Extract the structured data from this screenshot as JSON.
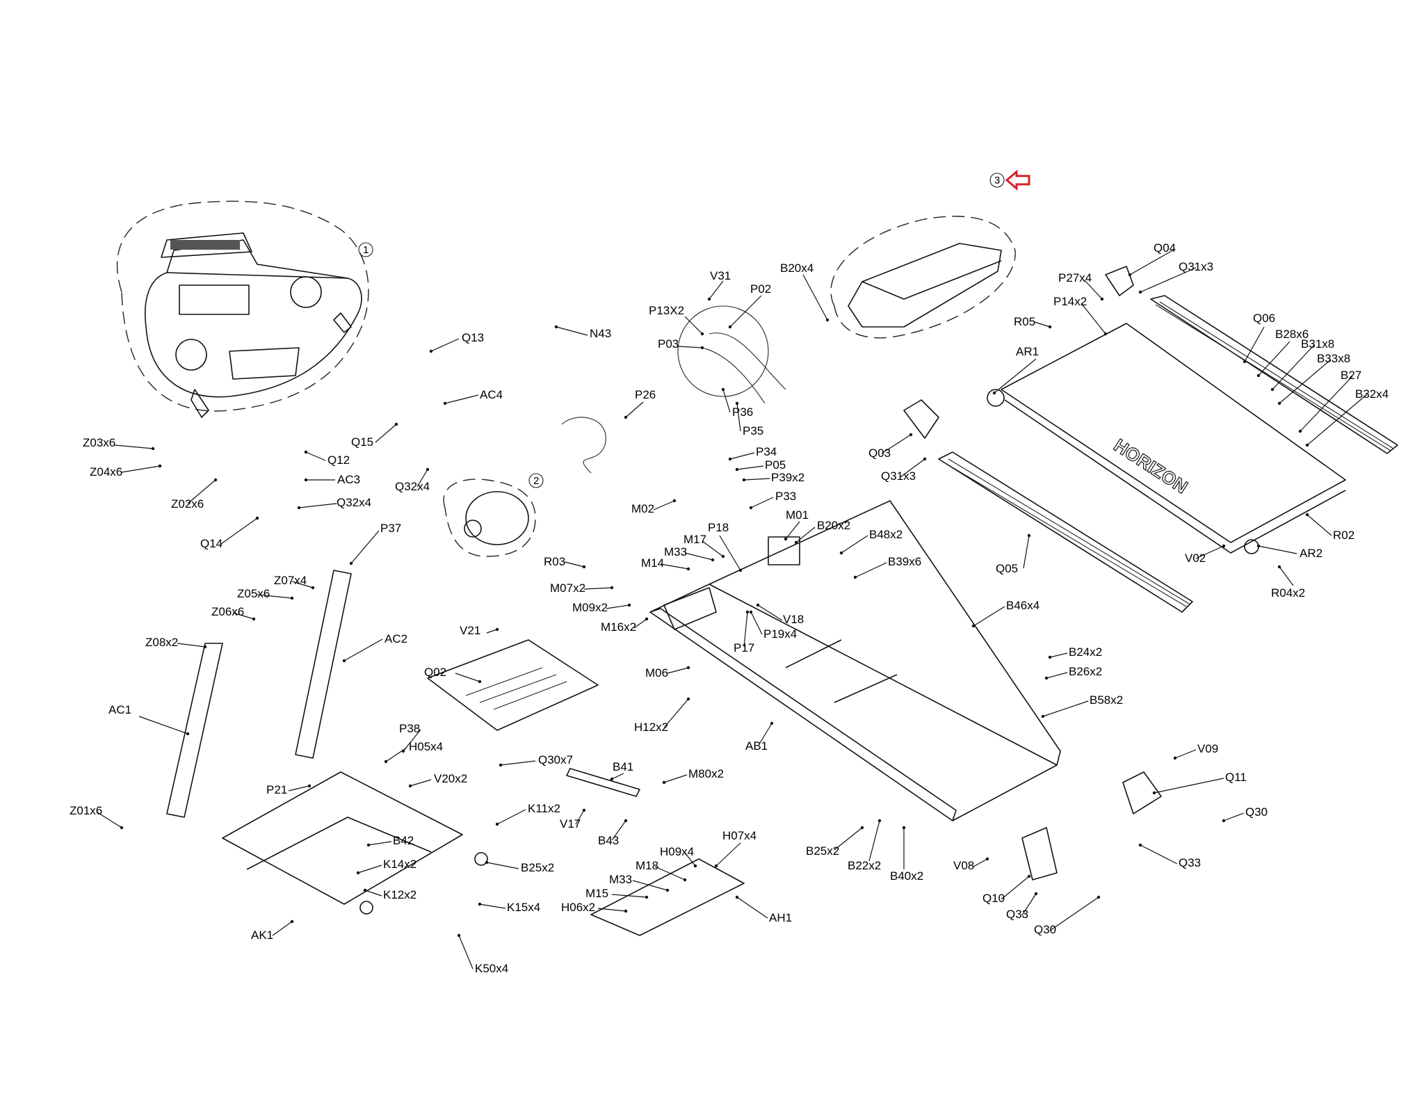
{
  "diagram": {
    "groups": [
      "1",
      "2",
      "3"
    ],
    "highlight_color": "#d4202a",
    "arrow_icon": "highlight-arrow-icon",
    "deck_lettering": "HORIZON",
    "labels": {
      "V31": "V31",
      "P02": "P02",
      "P13X2": "P13X2",
      "P03": "P03",
      "P36": "P36",
      "P35": "P35",
      "N43": "N43",
      "P26": "P26",
      "P34": "P34",
      "P05": "P05",
      "P39x2": "P39x2",
      "P33": "P33",
      "M02": "M02",
      "B20x4": "B20x4",
      "B20x2": "B20x2",
      "B48x2": "B48x2",
      "B39x6": "B39x6",
      "M01": "M01",
      "P18": "P18",
      "M17": "M17",
      "M33a": "M33",
      "M14": "M14",
      "R03": "R03",
      "M07x2": "M07x2",
      "M09x2": "M09x2",
      "M16x2": "M16x2",
      "V18": "V18",
      "P19x4": "P19x4",
      "P17": "P17",
      "M06": "M06",
      "H12x2": "H12x2",
      "AB1": "AB1",
      "B46x4": "B46x4",
      "B24x2": "B24x2",
      "B26x2": "B26x2",
      "B58x2": "B58x2",
      "V09": "V09",
      "Q11": "Q11",
      "Q30a": "Q30",
      "Q33a": "Q33",
      "Q10": "Q10",
      "Q33b": "Q33",
      "Q30b": "Q30",
      "V08": "V08",
      "B40x2": "B40x2",
      "B22x2": "B22x2",
      "B25x2a": "B25x2",
      "Q04": "Q04",
      "Q31x3a": "Q31x3",
      "P27x4": "P27x4",
      "P14x2": "P14x2",
      "R05": "R05",
      "Q06": "Q06",
      "B28x6": "B28x6",
      "B31x8": "B31x8",
      "B33x8": "B33x8",
      "B27": "B27",
      "B32x4": "B32x4",
      "AR1": "AR1",
      "Q03": "Q03",
      "Q31x3b": "Q31x3",
      "Q05": "Q05",
      "V02": "V02",
      "AR2": "AR2",
      "R02": "R02",
      "R04x2": "R04x2",
      "Q13": "Q13",
      "AC4": "AC4",
      "Q15": "Q15",
      "Q32x4a": "Q32x4",
      "Q12": "Q12",
      "AC3": "AC3",
      "Q32x4b": "Q32x4",
      "Q14": "Q14",
      "Z03x6": "Z03x6",
      "Z04x6": "Z04x6",
      "Z02x6": "Z02x6",
      "P37": "P37",
      "Z07x4": "Z07x4",
      "Z05x6": "Z05x6",
      "Z06x6": "Z06x6",
      "Z08x2": "Z08x2",
      "AC2": "AC2",
      "AC1": "AC1",
      "Z01x6": "Z01x6",
      "V21": "V21",
      "Q02": "Q02",
      "Q30x7": "Q30x7",
      "P38": "P38",
      "H05x4": "H05x4",
      "P21": "P21",
      "V20x2": "V20x2",
      "B41": "B41",
      "M80x2": "M80x2",
      "V17": "V17",
      "B43": "B43",
      "K11x2": "K11x2",
      "B42": "B42",
      "K14x2": "K14x2",
      "B25x2b": "B25x2",
      "K12x2": "K12x2",
      "K15x4": "K15x4",
      "AK1": "AK1",
      "K50x4": "K50x4",
      "H09x4": "H09x4",
      "H07x4": "H07x4",
      "M18": "M18",
      "M33b": "M33",
      "M15": "M15",
      "H06x2": "H06x2",
      "AH1": "AH1"
    }
  }
}
